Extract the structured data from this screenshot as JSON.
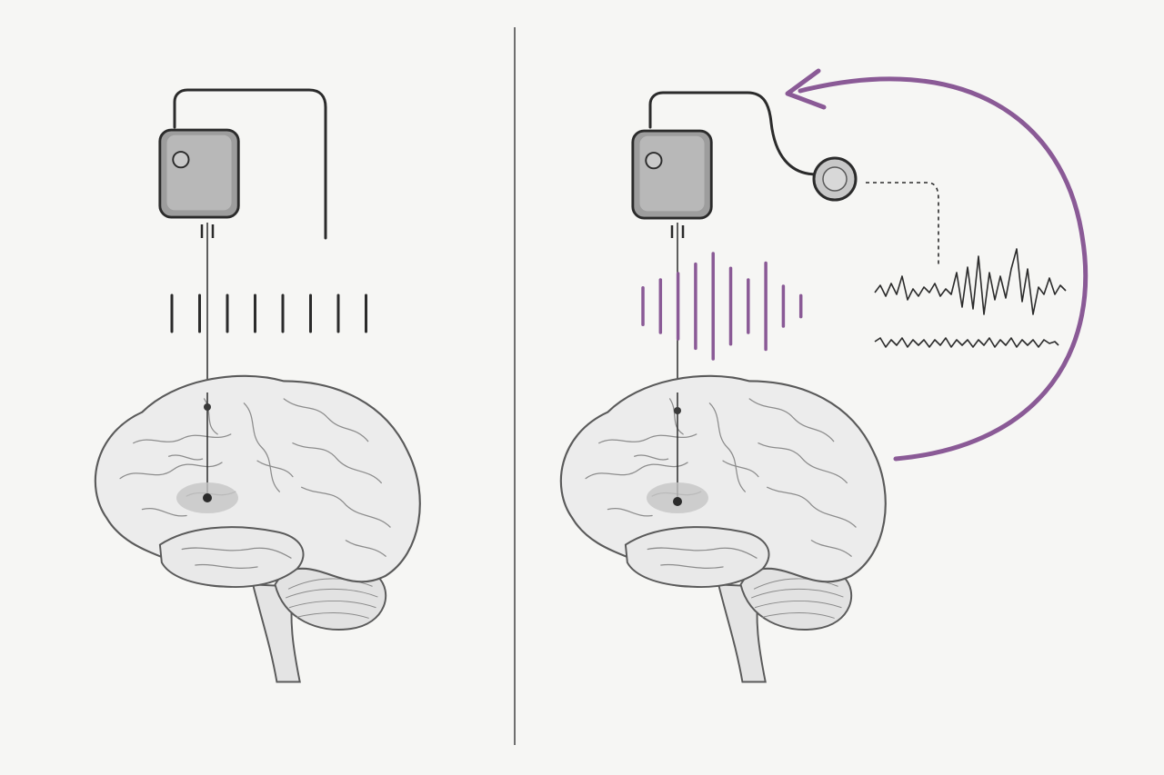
{
  "colors": {
    "background": "#f6f6f4",
    "ink": "#2b2b2b",
    "device_fill": "#a9a9a9",
    "brain_fill": "#ececec",
    "brain_stroke": "#5a5a5a",
    "accent": "#8a5a96",
    "divider": "#6f6f6f"
  },
  "panels": [
    {
      "label": "",
      "stimulation": "open-loop",
      "pulse_train": {
        "pulse_heights": [
          1,
          1,
          1,
          1,
          1,
          1,
          1,
          1
        ]
      },
      "has_sensor": false,
      "has_feedback_arrow": false
    },
    {
      "label": "",
      "stimulation": "closed-loop",
      "pulse_train": {
        "pulse_heights": [
          0.35,
          0.5,
          0.62,
          0.8,
          1.0,
          0.72,
          0.5,
          0.82,
          0.38,
          0.2
        ]
      },
      "has_sensor": true,
      "has_feedback_arrow": true,
      "recorded_signals": [
        "high-amplitude-wave",
        "low-amplitude-wave"
      ]
    }
  ],
  "icons": [
    "pulse-generator-icon",
    "electrode-icon",
    "brain-icon",
    "sensor-icon",
    "feedback-arrow-icon"
  ]
}
